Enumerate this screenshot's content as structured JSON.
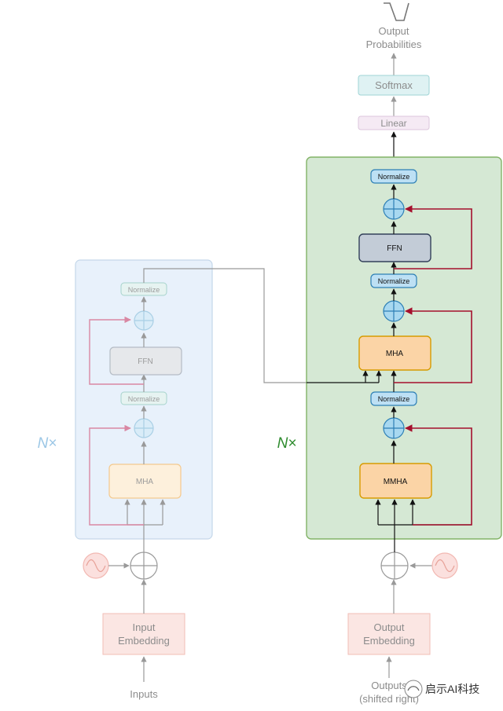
{
  "output": {
    "label_line1": "Output",
    "label_line2": "Probabilities",
    "softmax": "Softmax",
    "linear": "Linear"
  },
  "encoder": {
    "repeat": "N×",
    "normalize_top": "Normalize",
    "ffn": "FFN",
    "normalize_mid": "Normalize",
    "mha": "MHA",
    "input_embedding_line1": "Input",
    "input_embedding_line2": "Embedding",
    "inputs": "Inputs"
  },
  "decoder": {
    "repeat": "N×",
    "normalize_top": "Normalize",
    "ffn": "FFN",
    "normalize_mid": "Normalize",
    "mha": "MHA",
    "normalize_low": "Normalize",
    "mmha": "MMHA",
    "output_embedding_line1": "Output",
    "output_embedding_line2": "Embedding",
    "outputs_line1": "Outputs",
    "outputs_line2": "(shifted right)"
  },
  "watermark": "启示AI科技",
  "colors": {
    "encoder_panel": "#e8f1fb",
    "decoder_panel": "#d5e8d4",
    "decoder_border": "#82b366",
    "mha_fill": "#fbd4a6",
    "mha_border": "#d79b00",
    "ffn_fill": "#c3ccd7",
    "normalize_fill": "#bde0f4",
    "residual": "#a50f2d"
  }
}
